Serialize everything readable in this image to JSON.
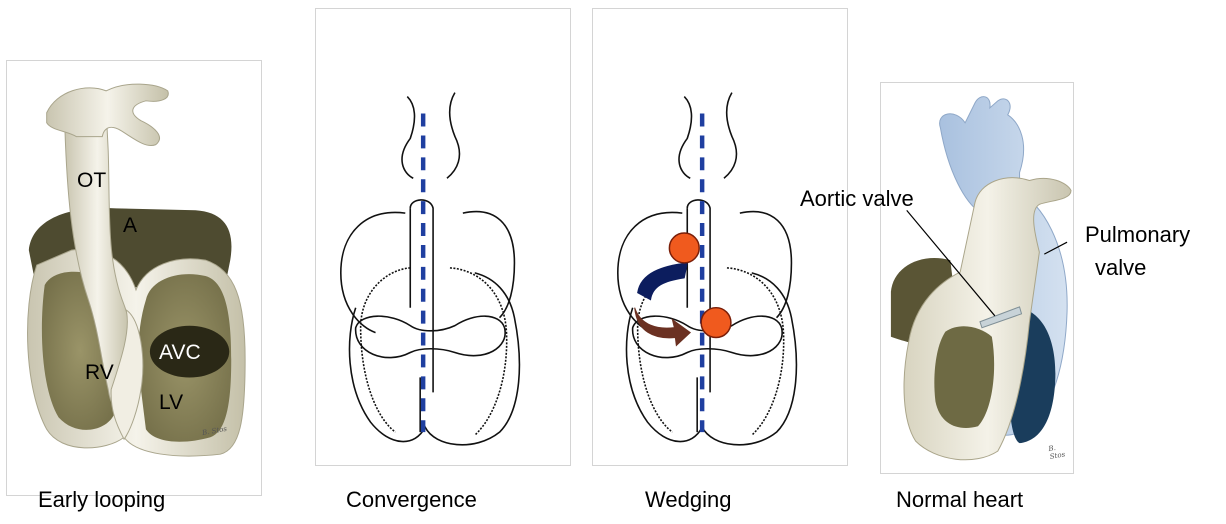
{
  "panels": {
    "early_looping": {
      "caption": "Early looping",
      "labels": {
        "ot": "OT",
        "a": "A",
        "avc": "AVC",
        "rv": "RV",
        "lv": "LV"
      },
      "signature": "B. Stos"
    },
    "convergence": {
      "caption": "Convergence"
    },
    "wedging": {
      "caption": "Wedging"
    },
    "normal_heart": {
      "caption": "Normal heart",
      "aortic_valve": "Aortic valve",
      "pulmonary_valve_line1": "Pulmonary",
      "pulmonary_valve_line2": "valve",
      "signature": "B. Stos"
    }
  },
  "colors": {
    "tube": "#ece9dc",
    "chamber": "#8a8560",
    "atrium": "#4e4b30",
    "dashed_axis": "#1f3fa0",
    "red_dot": "#f05a1e",
    "navy_arrow": "#0c1d5e",
    "brown_arrow": "#6b3122",
    "aorta_blue": "#bcd0e8",
    "lv_blue": "#1a3d5c"
  }
}
